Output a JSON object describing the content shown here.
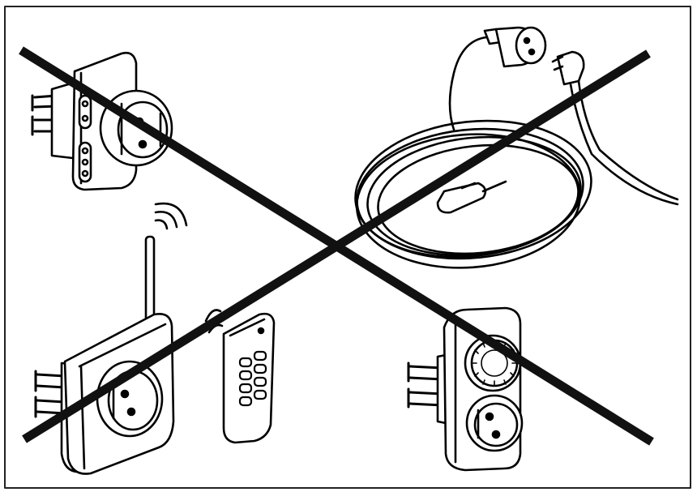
{
  "diagram": {
    "meaning": "prohibited",
    "items": [
      {
        "id": "plug-adapter",
        "icon": "plug-adapter-icon"
      },
      {
        "id": "extension-cord",
        "icon": "extension-cord-icon"
      },
      {
        "id": "wireless-socket",
        "icon": "wireless-socket-icon"
      },
      {
        "id": "remote-control",
        "icon": "remote-control-icon"
      },
      {
        "id": "timer-socket",
        "icon": "timer-socket-icon"
      }
    ],
    "colors": {
      "line": "#000000",
      "background": "#ffffff",
      "frame": "#222222",
      "cross": "#111111"
    }
  }
}
